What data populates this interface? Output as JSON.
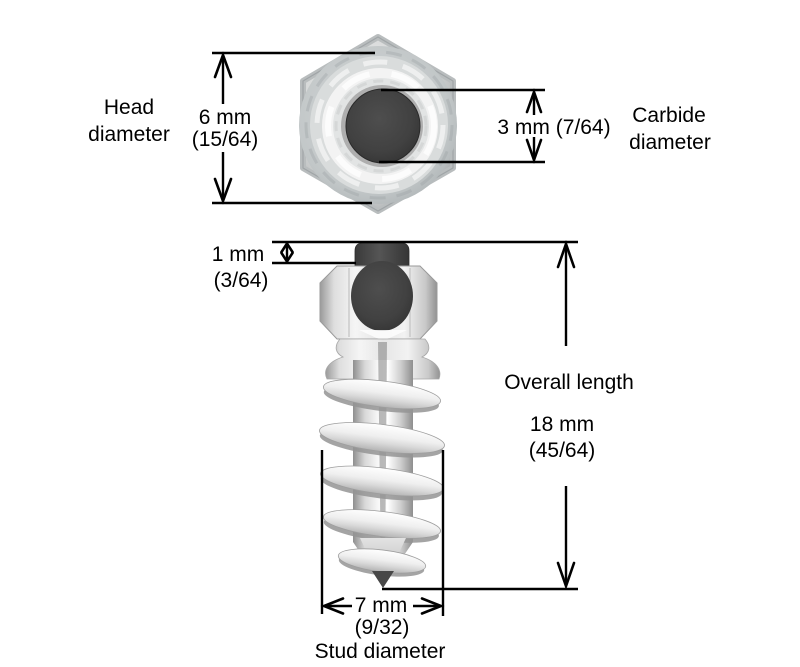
{
  "diagram": {
    "subject": "carbide tire stud screw dimensional drawing",
    "background_color": "#ffffff",
    "line_color": "#000000",
    "carbide_color": "#3f3f3f",
    "metal_color": "#d9d9d9"
  },
  "dimensions": {
    "head_diameter": {
      "label_line1": "Head",
      "label_line2": "diameter",
      "value": "6 mm",
      "fraction": "(15/64)"
    },
    "carbide_diameter": {
      "label_line1": "Carbide",
      "label_line2": "diameter",
      "value": "3 mm (7/64)"
    },
    "tip_protrusion": {
      "value": "1 mm",
      "fraction": "(3/64)"
    },
    "overall_length": {
      "label": "Overall length",
      "value": "18 mm",
      "fraction": "(45/64)"
    },
    "stud_diameter": {
      "label": "Stud diameter",
      "value": "7 mm",
      "fraction": "(9/32)"
    }
  }
}
